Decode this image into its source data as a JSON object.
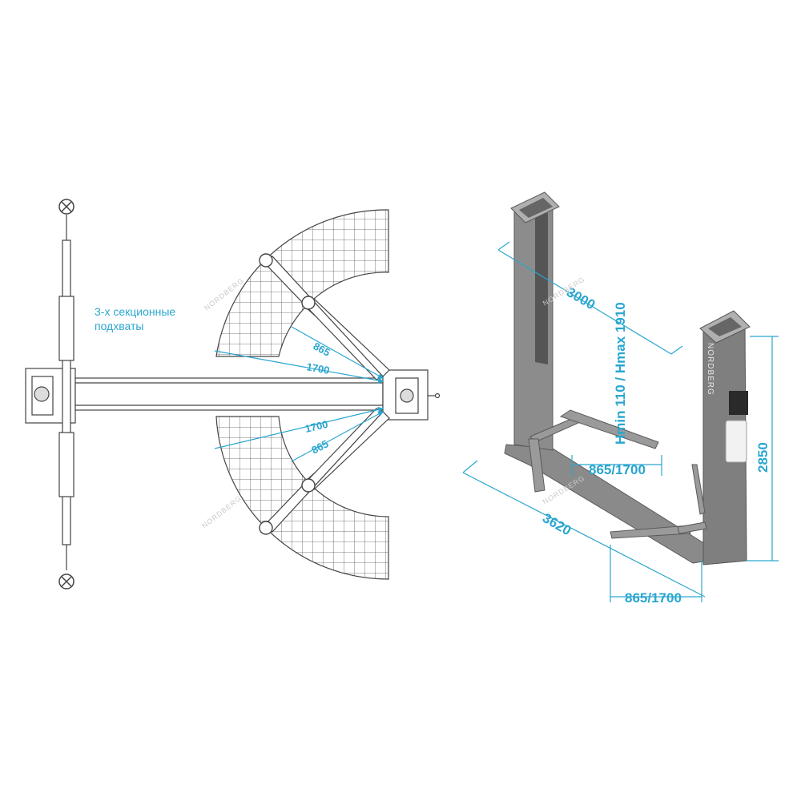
{
  "callout": {
    "line1": "3-х секционные",
    "line2": "подхваты"
  },
  "plan": {
    "upper_short": "865",
    "upper_long": "1700",
    "lower_long": "1700",
    "lower_short": "865"
  },
  "elevation": {
    "width": "3000",
    "height_range": "Hmin 110 / Hmax 1910",
    "overall_height": "2850",
    "length": "3620",
    "arm_reach_upper": "865/1700",
    "arm_reach_lower": "865/1700"
  },
  "brand": {
    "watermark": "NORDBERG"
  },
  "colors": {
    "dimension": "#2aa6cf",
    "outline": "#555555",
    "steel": "#7a7a7a"
  }
}
